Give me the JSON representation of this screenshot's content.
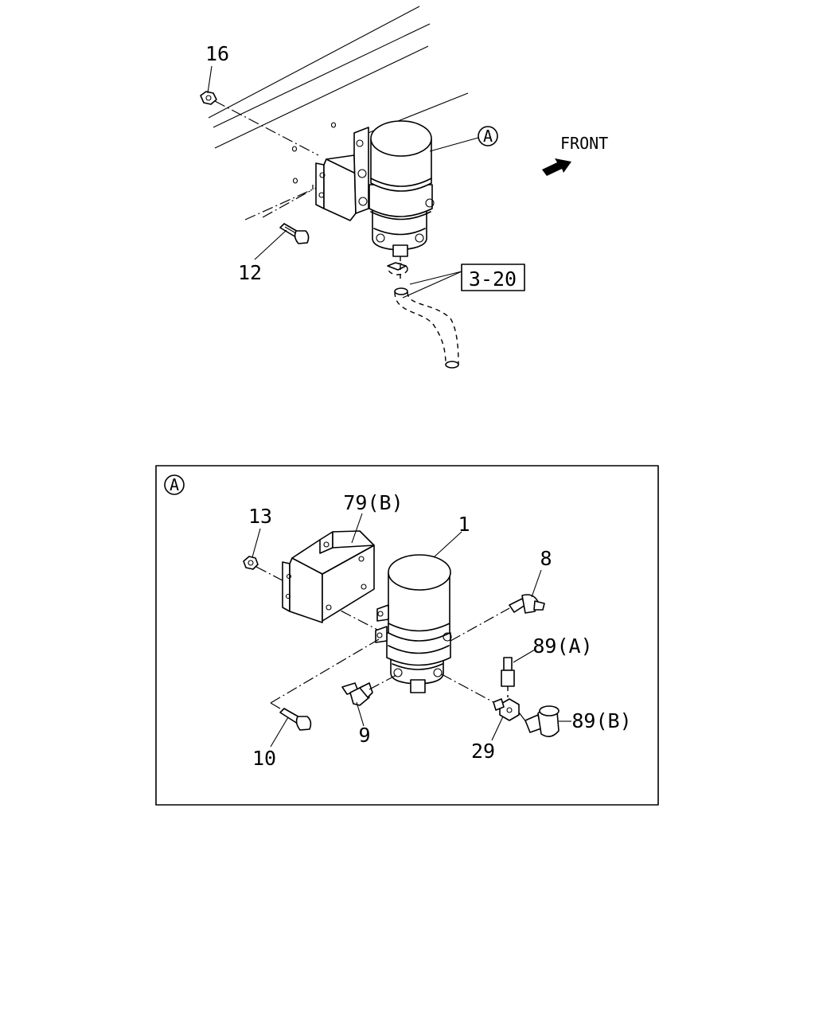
{
  "direction": {
    "label": "FRONT"
  },
  "top_view": {
    "callouts": [
      {
        "id": "16",
        "text": "16"
      },
      {
        "id": "12",
        "text": "12"
      },
      {
        "id": "A",
        "text": "A"
      }
    ],
    "reference_box": {
      "text": "3-20"
    }
  },
  "detail_view": {
    "marker": "A",
    "callouts": [
      {
        "id": "13",
        "text": "13"
      },
      {
        "id": "79B",
        "text": "79(B)"
      },
      {
        "id": "1",
        "text": "1"
      },
      {
        "id": "8",
        "text": "8"
      },
      {
        "id": "89A",
        "text": "89(A)"
      },
      {
        "id": "89B",
        "text": "89(B)"
      },
      {
        "id": "29",
        "text": "29"
      },
      {
        "id": "9",
        "text": "9"
      },
      {
        "id": "10",
        "text": "10"
      }
    ]
  }
}
